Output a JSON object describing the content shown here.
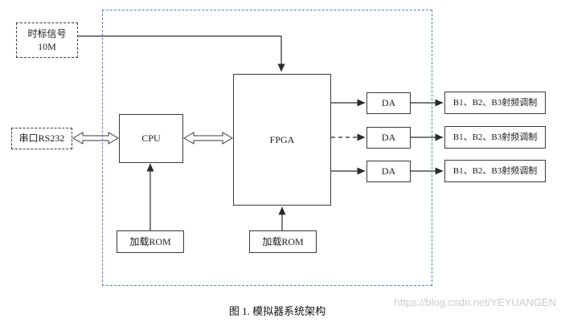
{
  "caption": "图 1.  模拟器系统架构",
  "watermark": "https://blog.csdn.net/YEYUANGEN",
  "nodes": {
    "time_signal": {
      "line1": "时标信号",
      "line2": "10M"
    },
    "serial": {
      "label": "串口RS232"
    },
    "cpu": {
      "label": "CPU"
    },
    "fpga": {
      "label": "FPGA"
    },
    "rom_cpu": {
      "label": "加载ROM"
    },
    "rom_fpga": {
      "label": "加载ROM"
    },
    "da": [
      {
        "label": "DA"
      },
      {
        "label": "DA"
      },
      {
        "label": "DA"
      }
    ],
    "rf": [
      {
        "label": "B1、B2、B3射频调制"
      },
      {
        "label": "B1、B2、B3射频调制"
      },
      {
        "label": "B1、B2、B3射频调制"
      }
    ]
  },
  "colors": {
    "boundary": "#4f81bd",
    "line": "#2b2b2b",
    "watermark": "#cccccc"
  }
}
